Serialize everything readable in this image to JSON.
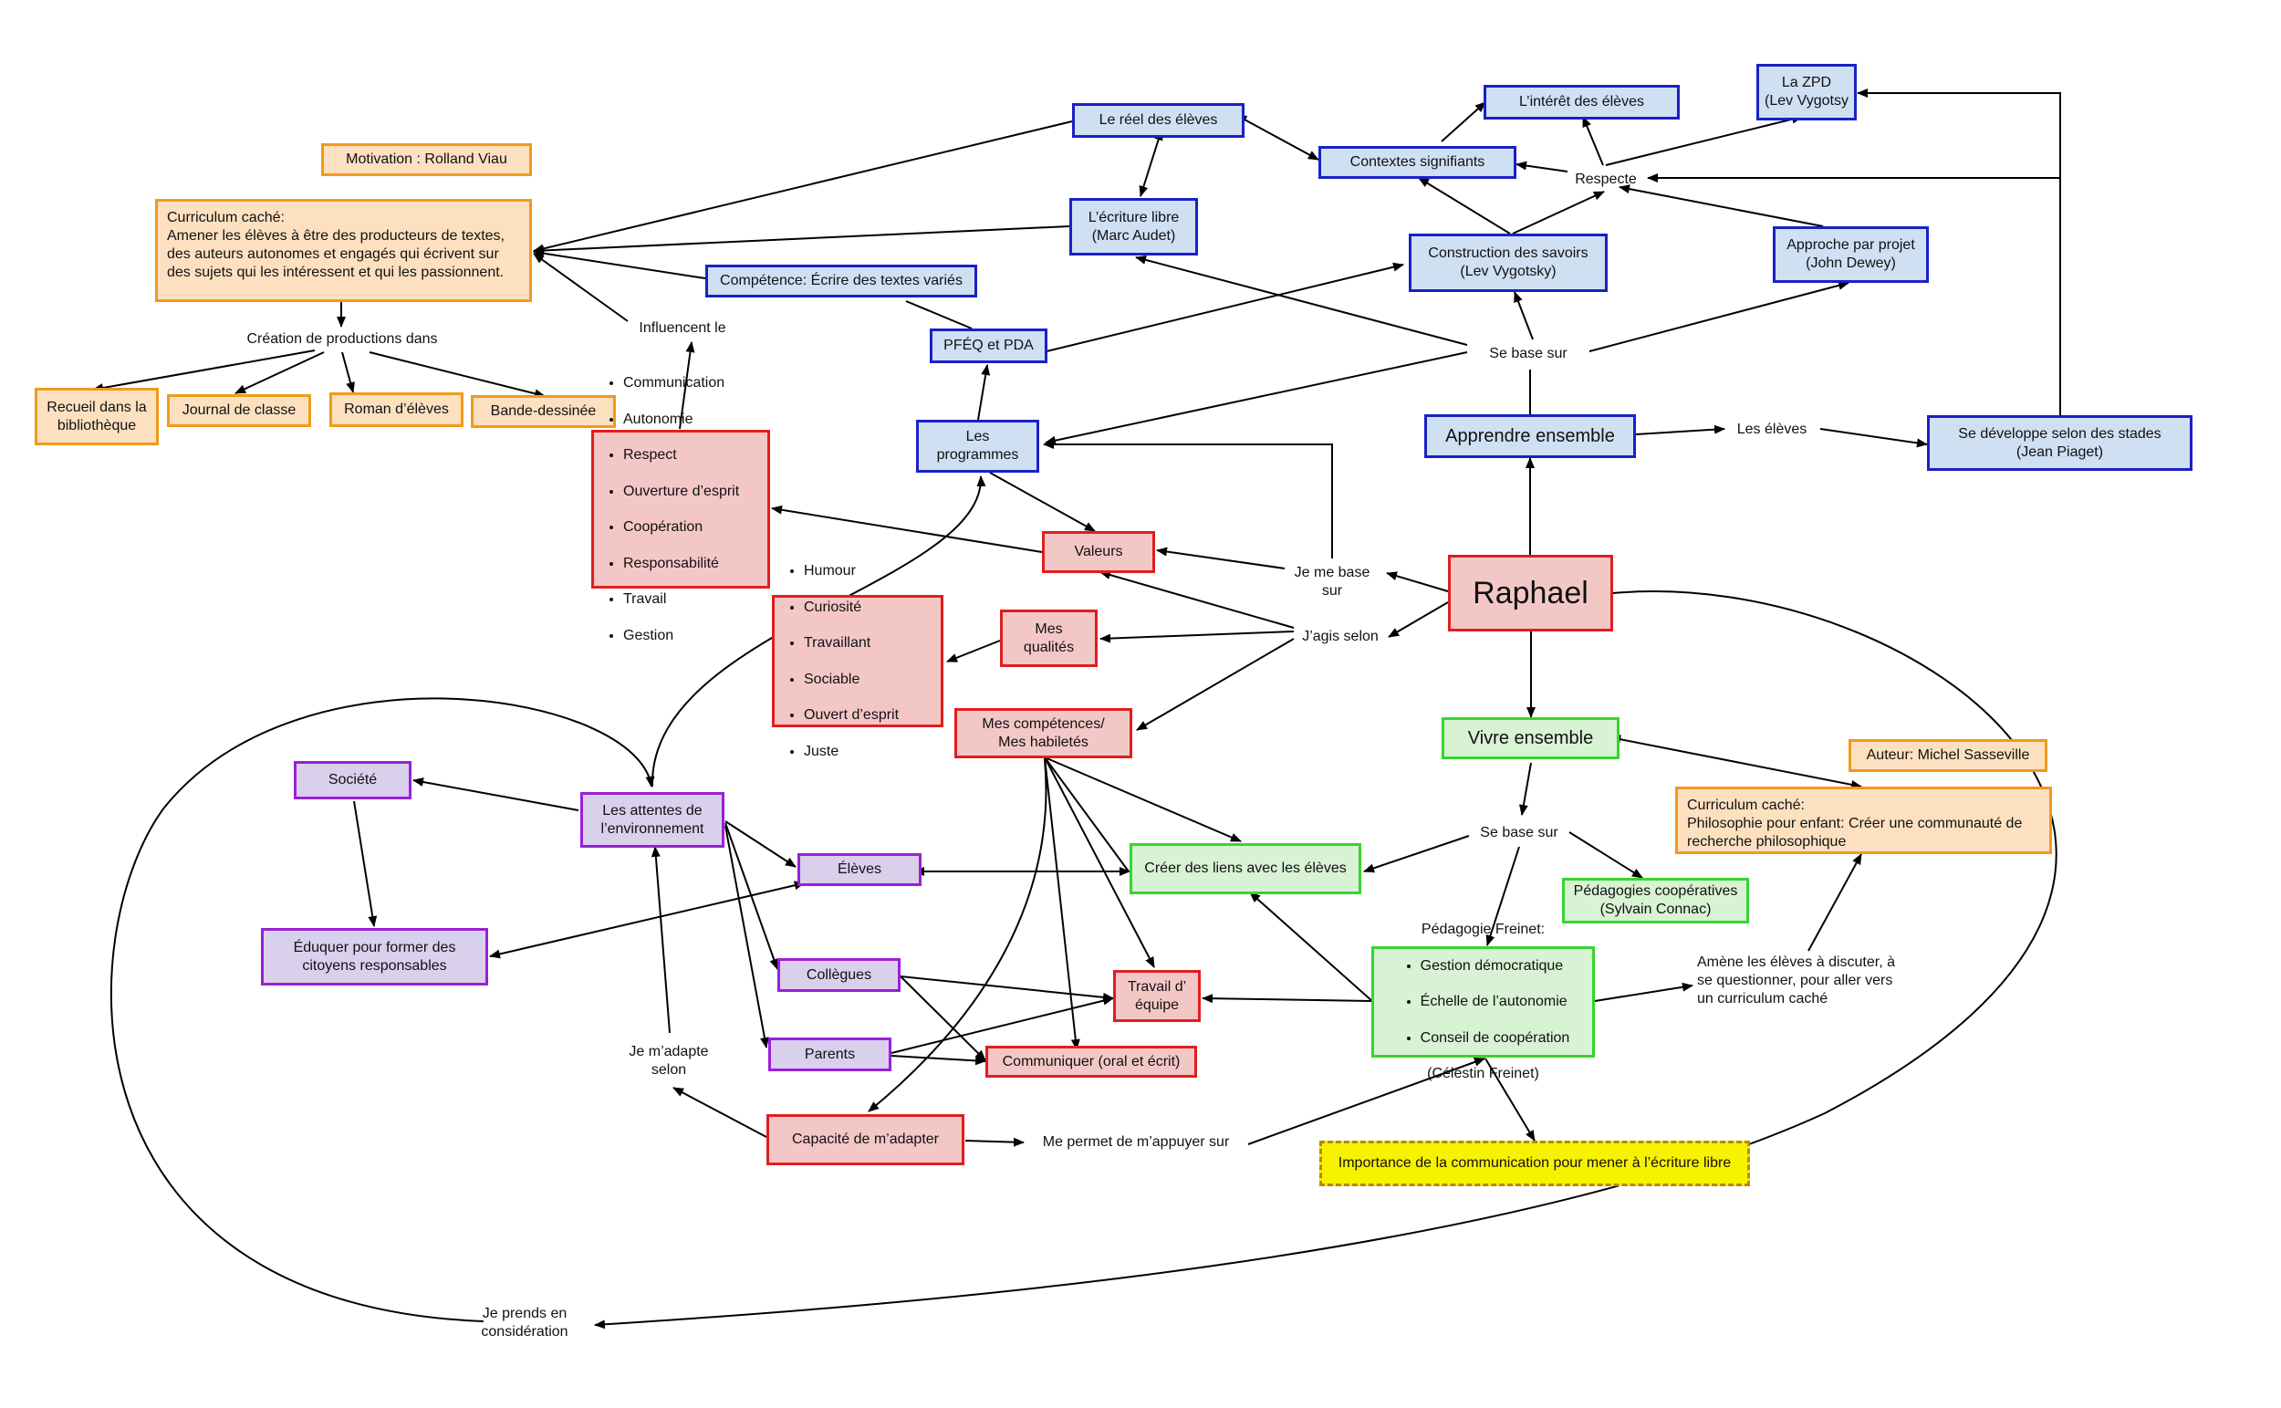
{
  "nodes": {
    "raphael": "Raphael",
    "reel_eleves": "Le réel des élèves",
    "interet_eleves": "L’intérêt des élèves",
    "la_zpd": "La ZPD\n(Lev Vygotsy",
    "contextes": "Contextes signifiants",
    "respecte": "Respecte",
    "motivation": "Motivation : Rolland Viau",
    "curriculum_cache_1": "Curriculum caché:\nAmener les élèves à être des producteurs de textes,\ndes auteurs autonomes et engagés qui écrivent sur\ndes sujets qui les intéressent et qui les passionnent.",
    "ecriture_libre": "L’écriture libre\n(Marc Audet)",
    "construction_savoirs": "Construction des savoirs\n(Lev Vygotsky)",
    "approche_projet": "Approche par projet\n(John Dewey)",
    "competence_ecrire": "Compétence: Écrire des textes variés",
    "creation_productions": "Création de productions dans",
    "influencent_le": "Influencent le",
    "pfeq_pda": "PFÉQ et PDA",
    "se_base_sur_1": "Se base sur",
    "recueil": "Recueil dans la\nbibliothèque",
    "journal": "Journal de classe",
    "roman": "Roman d’élèves",
    "bande_dessinee": "Bande-dessinée",
    "les_programmes": "Les\nprogrammes",
    "apprendre_ensemble": "Apprendre ensemble",
    "les_eleves_label": "Les élèves",
    "stades_piaget": "Se développe selon des stades\n(Jean Piaget)",
    "valeurs_list": [
      "Communication",
      "Autonomie",
      "Respect",
      "Ouverture d’esprit",
      "Coopération",
      "Responsabilité",
      "Travail",
      "Gestion"
    ],
    "valeurs": "Valeurs",
    "je_me_base_sur": "Je me base\nsur",
    "qualites_list": [
      "Humour",
      "Curiosité",
      "Travaillant",
      "Sociable",
      "Ouvert d’esprit",
      "Juste"
    ],
    "mes_qualites": "Mes\nqualités",
    "j_agis_selon": "J’agis selon",
    "competences_habiletes": "Mes compétences/\nMes habiletés",
    "vivre_ensemble": "Vivre ensemble",
    "auteur_sasseville": "Auteur: Michel Sasseville",
    "curriculum_cache_2": "Curriculum caché:\nPhilosophie pour enfant: Créer une communauté de\nrecherche philosophique",
    "societe": "Société",
    "attentes_environnement": "Les attentes de\nl’environnement",
    "eleves": "Élèves",
    "creer_liens": "Créer des liens avec les élèves",
    "se_base_sur_2": "Se base sur",
    "pedagogies_cooperatives": "Pédagogies coopératives\n(Sylvain Connac)",
    "eduquer": "Éduquer pour former des\ncitoyens responsables",
    "collegues": "Collègues",
    "travail_equipe": "Travail d’\néquipe",
    "freinet_title": "Pédagogie Freinet:",
    "freinet_list": [
      "Gestion démocratique",
      "Échelle de l’autonomie",
      "Conseil de coopération"
    ],
    "freinet_author": "(Célestin Freinet)",
    "amene_eleves": "Amène les élèves à discuter, à\nse questionner, pour aller vers\nun curriculum caché",
    "parents": "Parents",
    "communiquer": "Communiquer (oral et écrit)",
    "je_m_adapte_selon": "Je m’adapte\nselon",
    "capacite_adapter": "Capacité de m’adapter",
    "me_permet": "Me permet de m’appuyer sur",
    "importance_communication": "Importance de la communication pour mener à l’écriture libre",
    "je_prends": "Je prends en\nconsidération"
  },
  "colors": {
    "blue_fill": "#cfe0f3",
    "blue_border": "#1a21c4",
    "red_fill": "#f4c7c7",
    "red_border": "#e01e1e",
    "green_fill": "#d8f2d4",
    "green_border": "#35d62f",
    "purple_fill": "#d9d0ec",
    "purple_border": "#9a1fd8",
    "orange_fill": "#fde0c0",
    "orange_border": "#f19a1b",
    "yellow_fill": "#f7f200",
    "yellow_border": "#b48a10",
    "edge": "#000000"
  }
}
